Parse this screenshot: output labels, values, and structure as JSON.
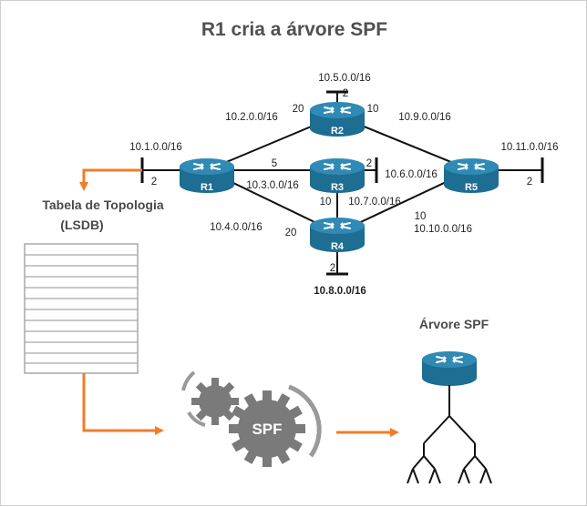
{
  "title": "R1 cria a árvore SPF",
  "routers": {
    "r1": "R1",
    "r2": "R2",
    "r3": "R3",
    "r4": "R4",
    "r5": "R5"
  },
  "networks": {
    "n1": "10.1.0.0/16",
    "n2": "10.2.0.0/16",
    "n3": "10.3.0.0/16",
    "n4": "10.4.0.0/16",
    "n5": "10.5.0.0/16",
    "n6": "10.6.0.0/16",
    "n7": "10.7.0.0/16",
    "n8": "10.8.0.0/16",
    "n9": "10.9.0.0/16",
    "n10": "10.10.0.0/16",
    "n11": "10.11.0.0/16"
  },
  "costs": {
    "r1_stub": "2",
    "r1_r2": "20",
    "r1_r3": "5",
    "r1_r4": "20",
    "r2_stub": "2",
    "r2_r5": "10",
    "r3_stub": "2",
    "r3_r4": "10",
    "r4_r5": "10",
    "r4_stub": "2",
    "r5_stub": "2"
  },
  "topology_table": {
    "label_line1": "Tabela de Topologia",
    "label_line2": "(LSDB)"
  },
  "spf_label": "SPF",
  "spf_tree_label": "Árvore SPF",
  "colors": {
    "router_blue": "#1e6d92",
    "router_top": "#2f8ab5",
    "arrow_orange": "#f07d28",
    "gear_gray": "#7a7a7a"
  },
  "icons": {
    "router": "router-icon",
    "gear": "gear-icon",
    "table": "topology-table-icon",
    "tree": "spf-tree-icon"
  }
}
